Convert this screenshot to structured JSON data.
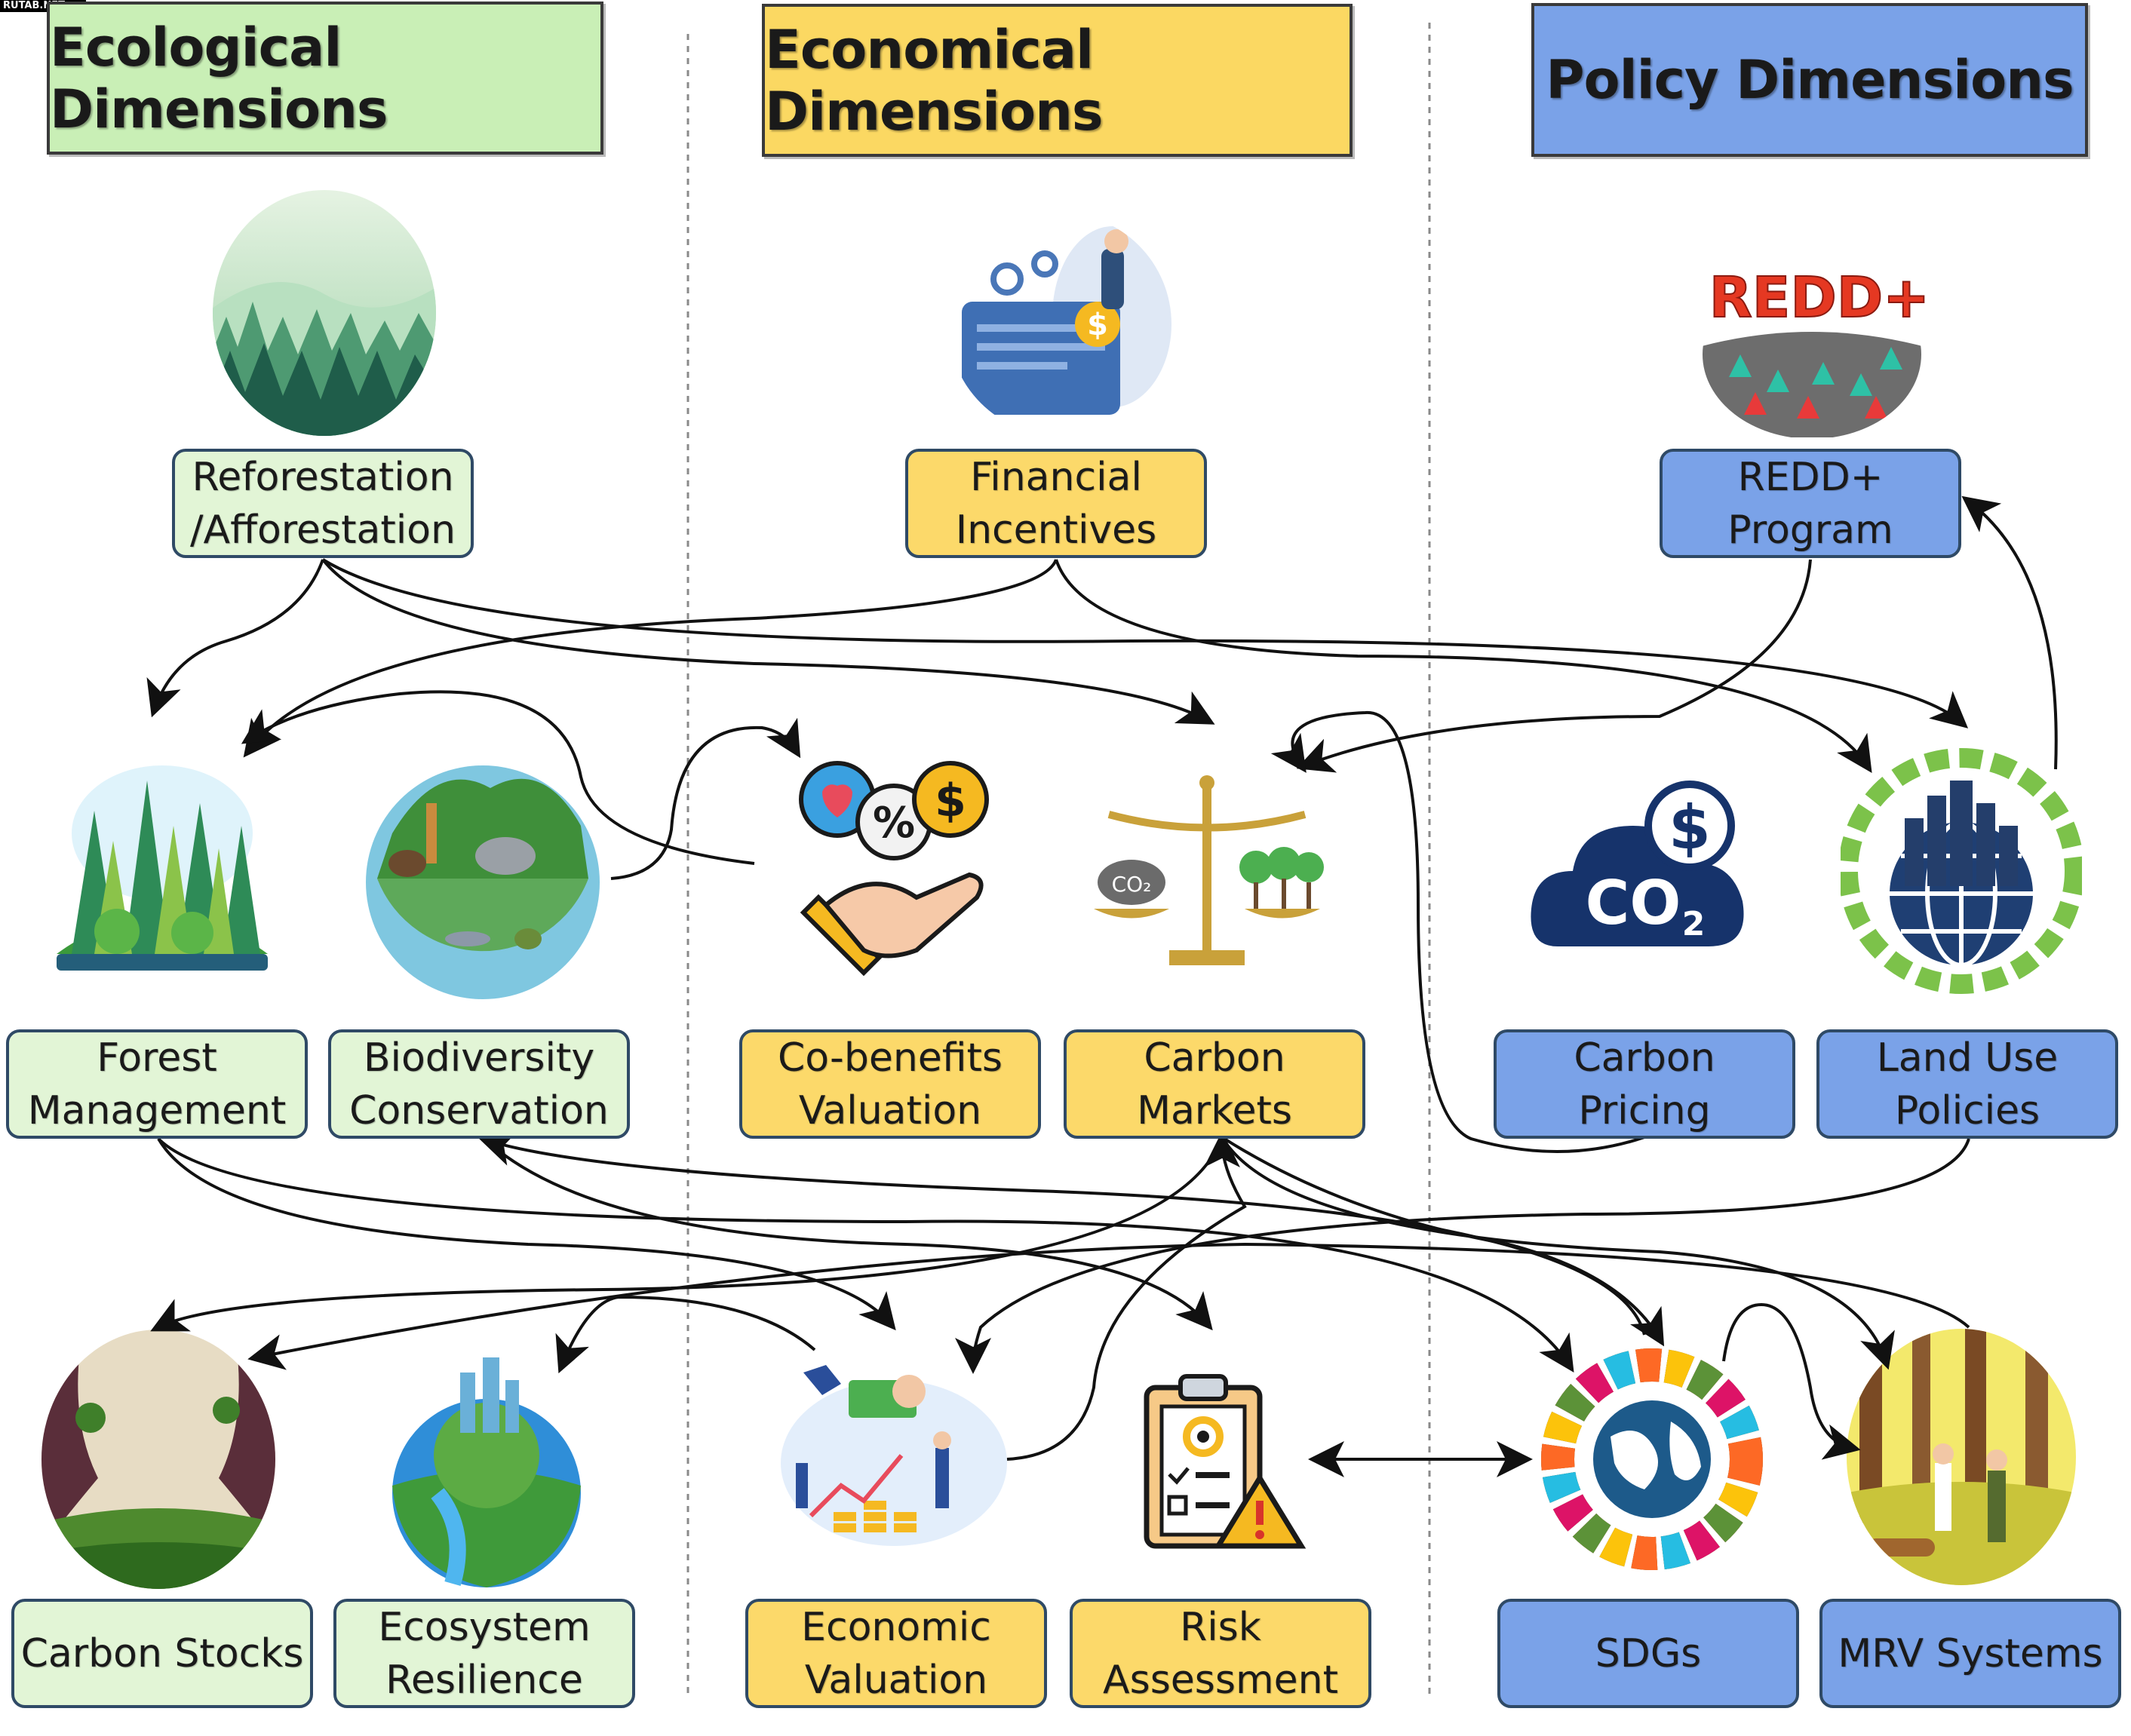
{
  "watermark": "RUTAB.NET",
  "columns": {
    "ecological": "Ecological Dimensions",
    "economical": "Economical Dimensions",
    "policy": "Policy Dimensions"
  },
  "nodes": {
    "reforestation": "Reforestation\n/Afforestation",
    "financial_incentives": "Financial\nIncentives",
    "redd_program": "REDD+\nProgram",
    "forest_management": "Forest\nManagement",
    "biodiversity_conservation": "Biodiversity\nConservation",
    "cobenefits_valuation": "Co-benefits\nValuation",
    "carbon_markets": "Carbon\nMarkets",
    "carbon_pricing": "Carbon\nPricing",
    "land_use_policies": "Land Use\nPolicies",
    "carbon_stocks": "Carbon Stocks",
    "ecosystem_resilience": "Ecosystem\nResilience",
    "economic_valuation": "Economic\nValuation",
    "risk_assessment": "Risk\nAssessment",
    "sdgs": "SDGs",
    "mrv_systems": "MRV Systems"
  },
  "icon_text": {
    "redd_logo": "REDD+",
    "co2_cloud": "CO",
    "co2_sub": "2",
    "scale_co2": "CO₂",
    "dollar": "$",
    "percent": "%"
  },
  "colors": {
    "ecological": "#c9efb6",
    "economical": "#fbd862",
    "policy": "#7aa2e8",
    "arrow": "#111111"
  }
}
